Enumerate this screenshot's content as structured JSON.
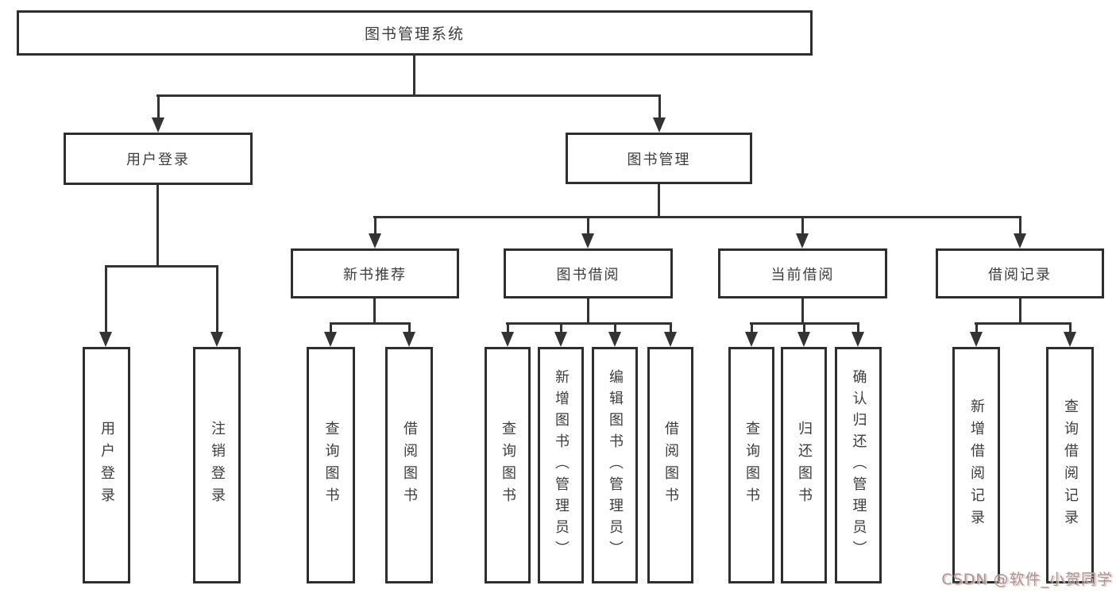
{
  "diagram": {
    "root": {
      "label": "图书管理系统"
    },
    "branches": [
      {
        "label": "用户登录",
        "children": [
          {
            "label": "用户登录"
          },
          {
            "label": "注销登录"
          }
        ]
      },
      {
        "label": "图书管理",
        "children": [
          {
            "label": "新书推荐",
            "children": [
              {
                "label": "查询图书"
              },
              {
                "label": "借阅图书"
              }
            ]
          },
          {
            "label": "图书借阅",
            "children": [
              {
                "label": "查询图书"
              },
              {
                "label": "新增图书（管理员）"
              },
              {
                "label": "编辑图书（管理员）"
              },
              {
                "label": "借阅图书"
              }
            ]
          },
          {
            "label": "当前借阅",
            "children": [
              {
                "label": "查询图书"
              },
              {
                "label": "归还图书"
              },
              {
                "label": "确认归还（管理员）"
              }
            ]
          },
          {
            "label": "借阅记录",
            "children": [
              {
                "label": "新增借阅记录"
              },
              {
                "label": "查询借阅记录"
              }
            ]
          }
        ]
      }
    ]
  },
  "watermark": {
    "text": "CSDN @软件_小贺同学"
  },
  "colors": {
    "background": "#ffffff",
    "line": "#333333",
    "box_border": "#2e2e2e",
    "text": "#3d3d3d",
    "watermark_text": "#9c9c9c",
    "watermark_shadow": "#f5bdbd"
  }
}
